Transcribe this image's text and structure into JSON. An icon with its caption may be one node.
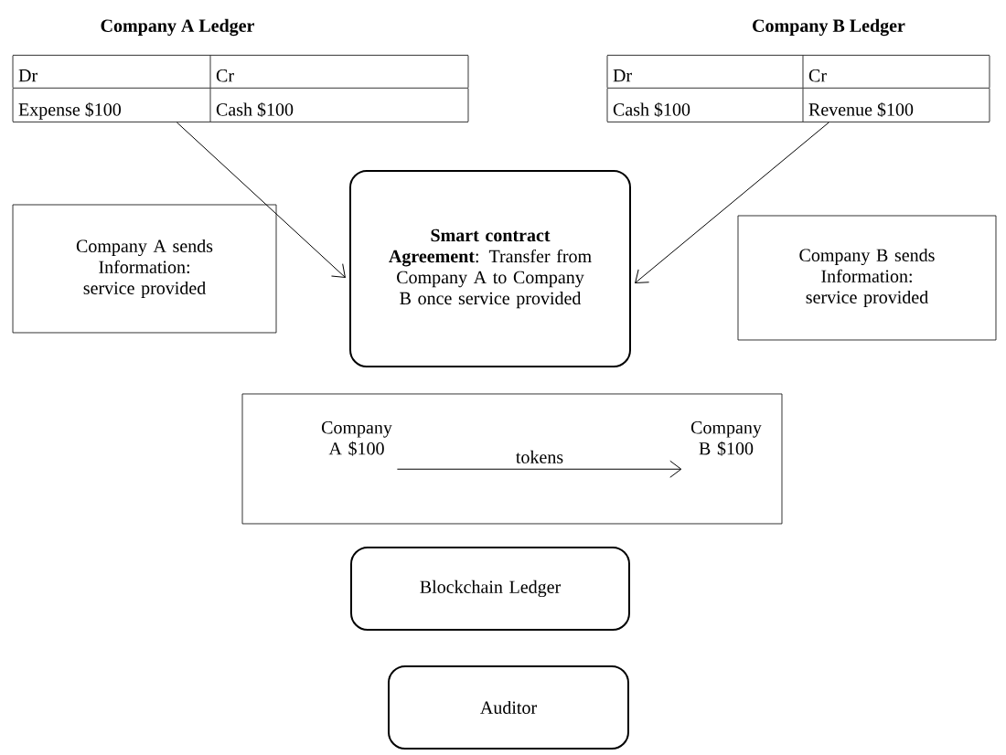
{
  "diagram": {
    "nodes": [
      {
        "text": [
          "Company A Ledger",
          "Dr",
          "Cr",
          "Expense $100",
          "Cash $100"
        ]
      },
      {
        "text": [
          "Company B Ledger",
          "Dr",
          "Cr",
          "Cash $100",
          "Revenue $100"
        ]
      },
      {
        "text": [
          "Company A sends Information: service provided"
        ]
      },
      {
        "text": [
          "**Smart contract Agreement**: Transfer from Company A to Company B once service provided"
        ]
      },
      {
        "text": [
          "Company B sends Information: service provided"
        ]
      },
      {
        "text": [],
        "shape": "box"
      },
      {
        "text": [
          "Company A $100"
        ],
        "in": 5
      },
      {
        "text": [
          "Company B $100"
        ],
        "in": 5
      },
      {
        "text": [
          "Blockchain Ledger"
        ]
      },
      {
        "text": [
          "Auditor"
        ]
      }
    ],
    "edges": [
      {
        "from": 0,
        "to": 3,
        "arrow": "to"
      },
      {
        "from": 1,
        "to": 3,
        "arrow": "to"
      },
      {
        "from": 6,
        "to": 7,
        "arrow": "to",
        "label": "tokens"
      }
    ]
  }
}
